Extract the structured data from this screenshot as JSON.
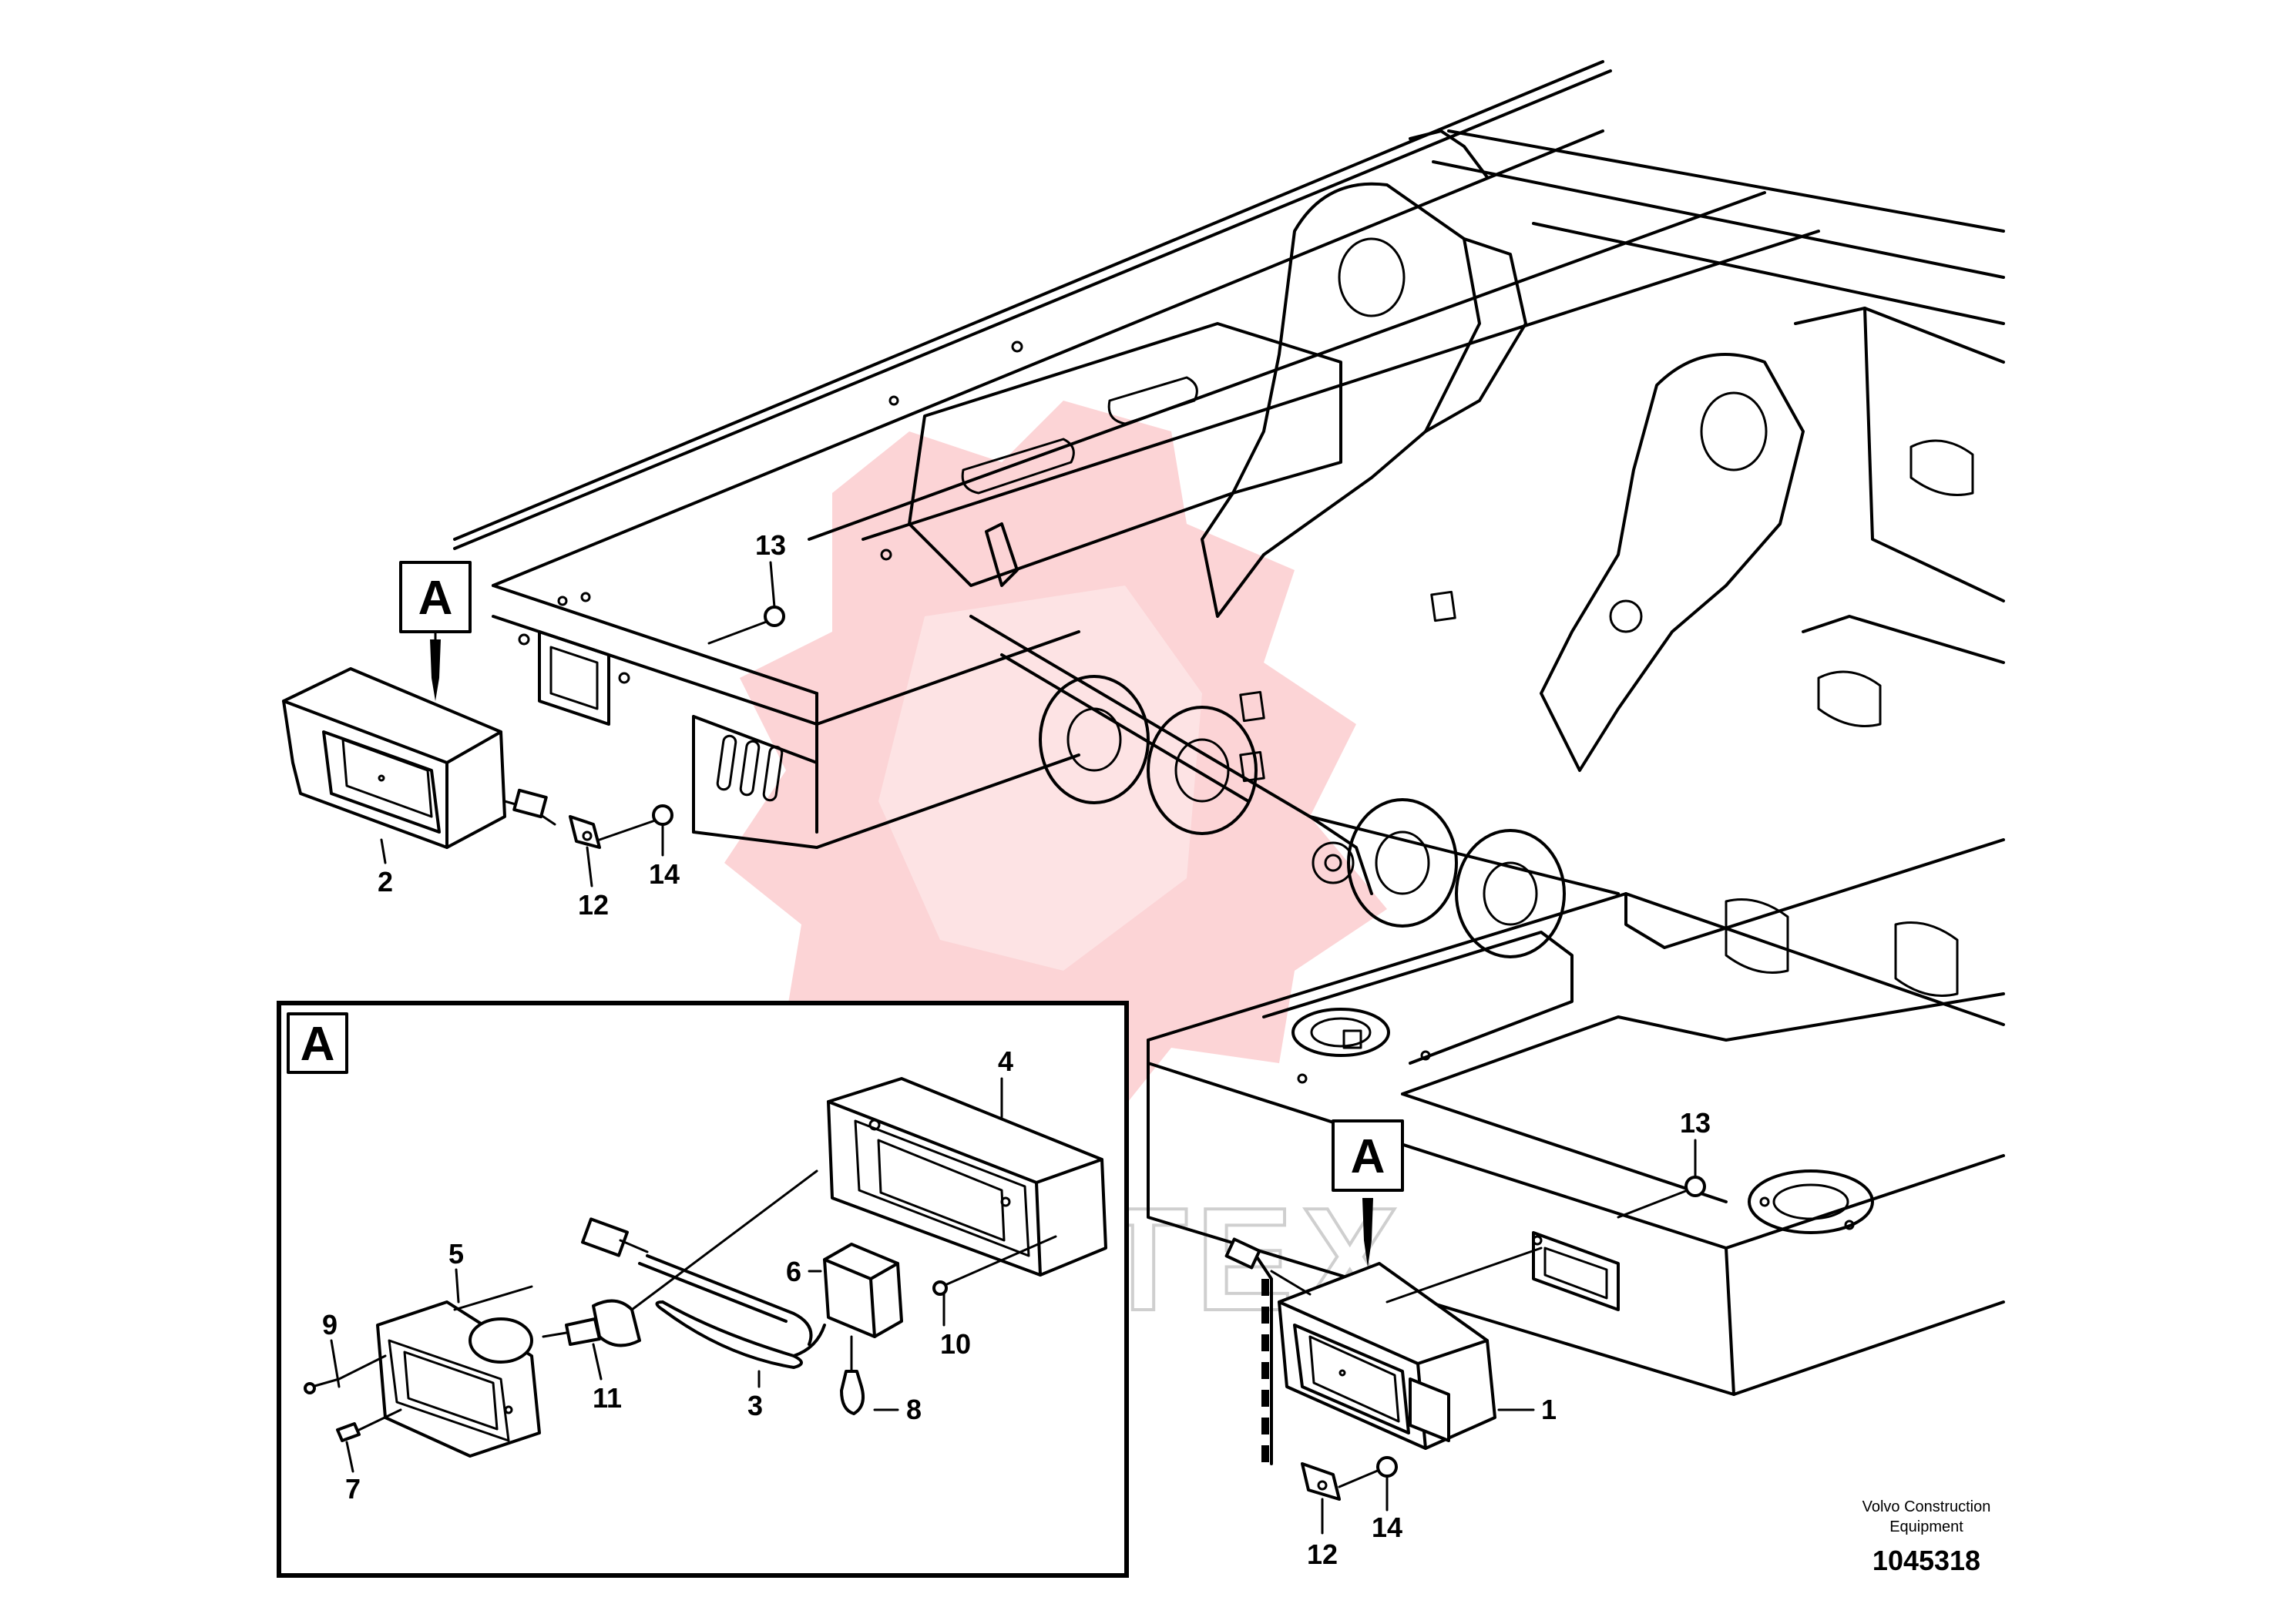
{
  "diagram": {
    "view_marker": "A",
    "detail_label": "A",
    "callouts": {
      "c1": "1",
      "c2": "2",
      "c3": "3",
      "c4": "4",
      "c5": "5",
      "c6": "6",
      "c7": "7",
      "c8": "8",
      "c9": "9",
      "c10": "10",
      "c11": "11",
      "c12_left": "12",
      "c12_right": "12",
      "c13_left": "13",
      "c13_right": "13",
      "c14_left": "14",
      "c14_right": "14"
    },
    "watermark_text": "MHTEX",
    "credit_line1": "Volvo Construction",
    "credit_line2": "Equipment",
    "document_number": "1045318",
    "colors": {
      "line": "#000000",
      "watermark": "#f03c46",
      "background": "#ffffff"
    }
  }
}
